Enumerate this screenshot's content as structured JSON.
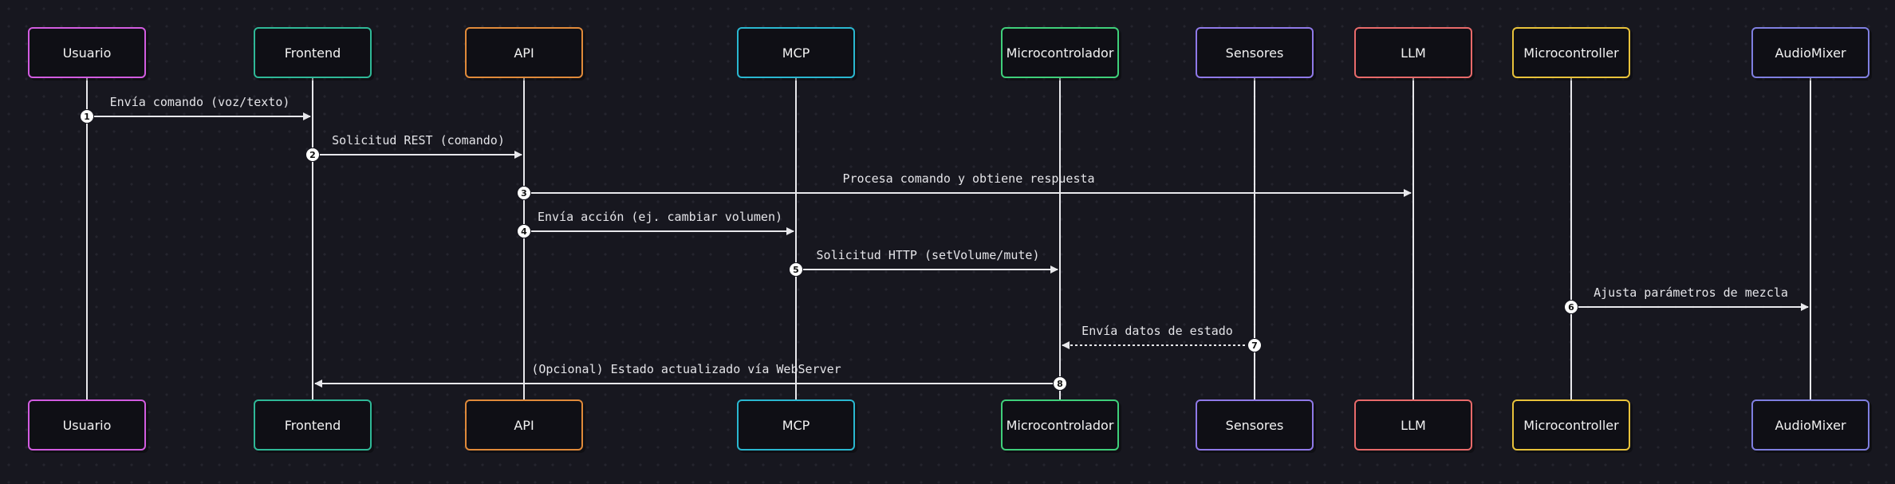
{
  "participants": [
    {
      "id": "usuario",
      "label": "Usuario",
      "color": "#d25ce0"
    },
    {
      "id": "frontend",
      "label": "Frontend",
      "color": "#2fb897"
    },
    {
      "id": "api",
      "label": "API",
      "color": "#e08a3a"
    },
    {
      "id": "mcp",
      "label": "MCP",
      "color": "#2ab7d0"
    },
    {
      "id": "microcontrolador",
      "label": "Microcontrolador",
      "color": "#3fcf7a"
    },
    {
      "id": "sensores",
      "label": "Sensores",
      "color": "#8f79e8"
    },
    {
      "id": "llm",
      "label": "LLM",
      "color": "#e86a6a"
    },
    {
      "id": "microcontroller",
      "label": "Microcontroller",
      "color": "#e8c23a"
    },
    {
      "id": "audiomixer",
      "label": "AudioMixer",
      "color": "#7f7fe0"
    }
  ],
  "messages": [
    {
      "number": "1",
      "from": "usuario",
      "to": "frontend",
      "label": "Envía comando (voz/texto)",
      "style": "solid"
    },
    {
      "number": "2",
      "from": "frontend",
      "to": "api",
      "label": "Solicitud REST (comando)",
      "style": "solid"
    },
    {
      "number": "3",
      "from": "api",
      "to": "llm",
      "label": "Procesa comando y obtiene respuesta",
      "style": "solid"
    },
    {
      "number": "4",
      "from": "api",
      "to": "mcp",
      "label": "Envía acción (ej. cambiar volumen)",
      "style": "solid"
    },
    {
      "number": "5",
      "from": "mcp",
      "to": "microcontrolador",
      "label": "Solicitud HTTP (setVolume/mute)",
      "style": "solid"
    },
    {
      "number": "6",
      "from": "microcontroller",
      "to": "audiomixer",
      "label": "Ajusta parámetros de mezcla",
      "style": "solid"
    },
    {
      "number": "7",
      "from": "sensores",
      "to": "microcontrolador",
      "label": "Envía datos de estado",
      "style": "dashed"
    },
    {
      "number": "8",
      "from": "microcontrolador",
      "to": "frontend",
      "label": "(Opcional) Estado actualizado vía WebServer",
      "style": "solid"
    }
  ],
  "colors": {
    "background": "#17171f",
    "line": "#e8e8ec",
    "box_fill": "#0f0f15",
    "text": "#f2f2f2"
  }
}
